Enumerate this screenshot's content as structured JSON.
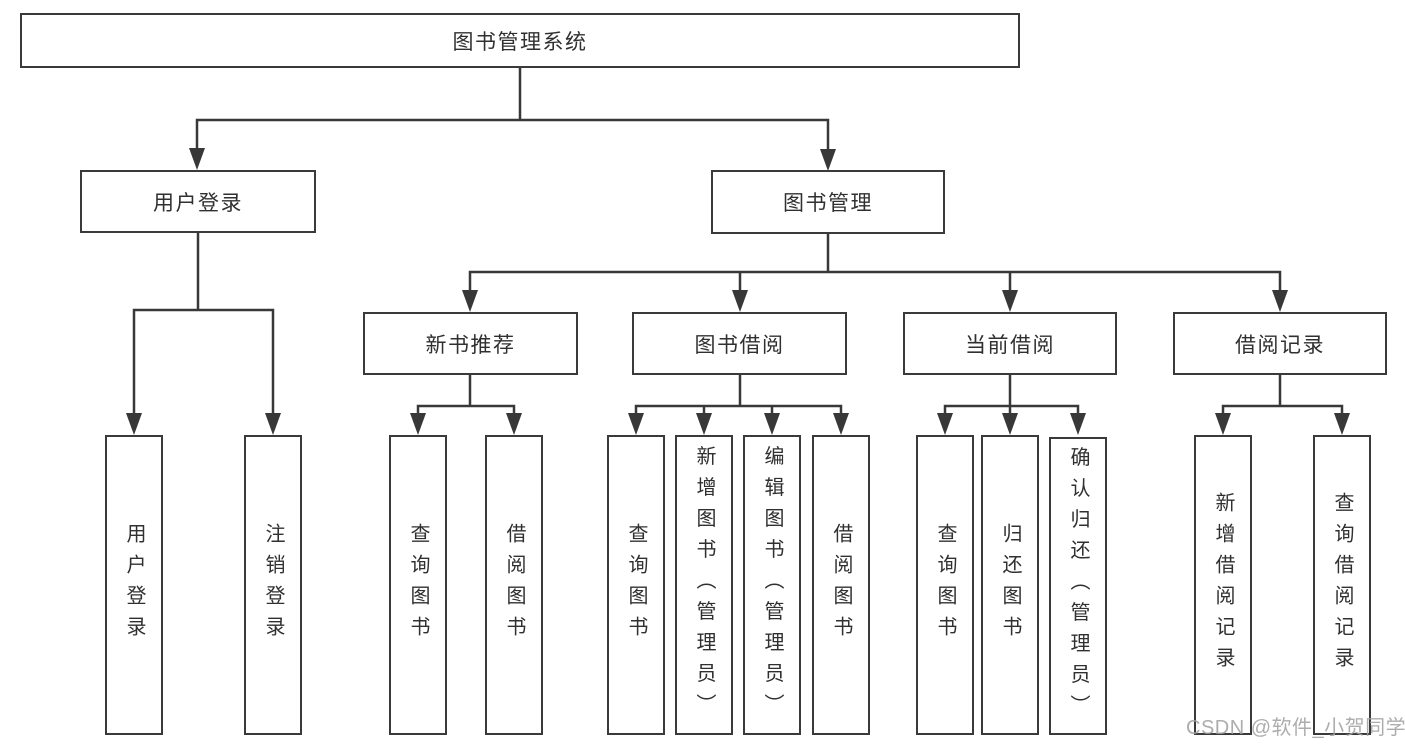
{
  "diagram": {
    "type": "tree",
    "root": {
      "label": "图书管理系统"
    },
    "branches": [
      {
        "label": "用户登录",
        "leaves": [
          "用户登录",
          "注销登录"
        ]
      },
      {
        "label": "图书管理",
        "children": [
          {
            "label": "新书推荐",
            "leaves": [
              "查询图书",
              "借阅图书"
            ]
          },
          {
            "label": "图书借阅",
            "leaves": [
              "查询图书",
              "新增图书（管理员）",
              "编辑图书（管理员）",
              "借阅图书"
            ]
          },
          {
            "label": "当前借阅",
            "leaves": [
              "查询图书",
              "归还图书",
              "确认归还（管理员）"
            ]
          },
          {
            "label": "借阅记录",
            "leaves": [
              "新增借阅记录",
              "查询借阅记录"
            ]
          }
        ]
      }
    ]
  },
  "watermark": {
    "text": "CSDN @软件_小贺同学"
  },
  "colors": {
    "line": "#383838",
    "box_border": "#3a3a3a",
    "text": "#303030",
    "watermark": "#a2a2a2",
    "background": "#ffffff"
  }
}
